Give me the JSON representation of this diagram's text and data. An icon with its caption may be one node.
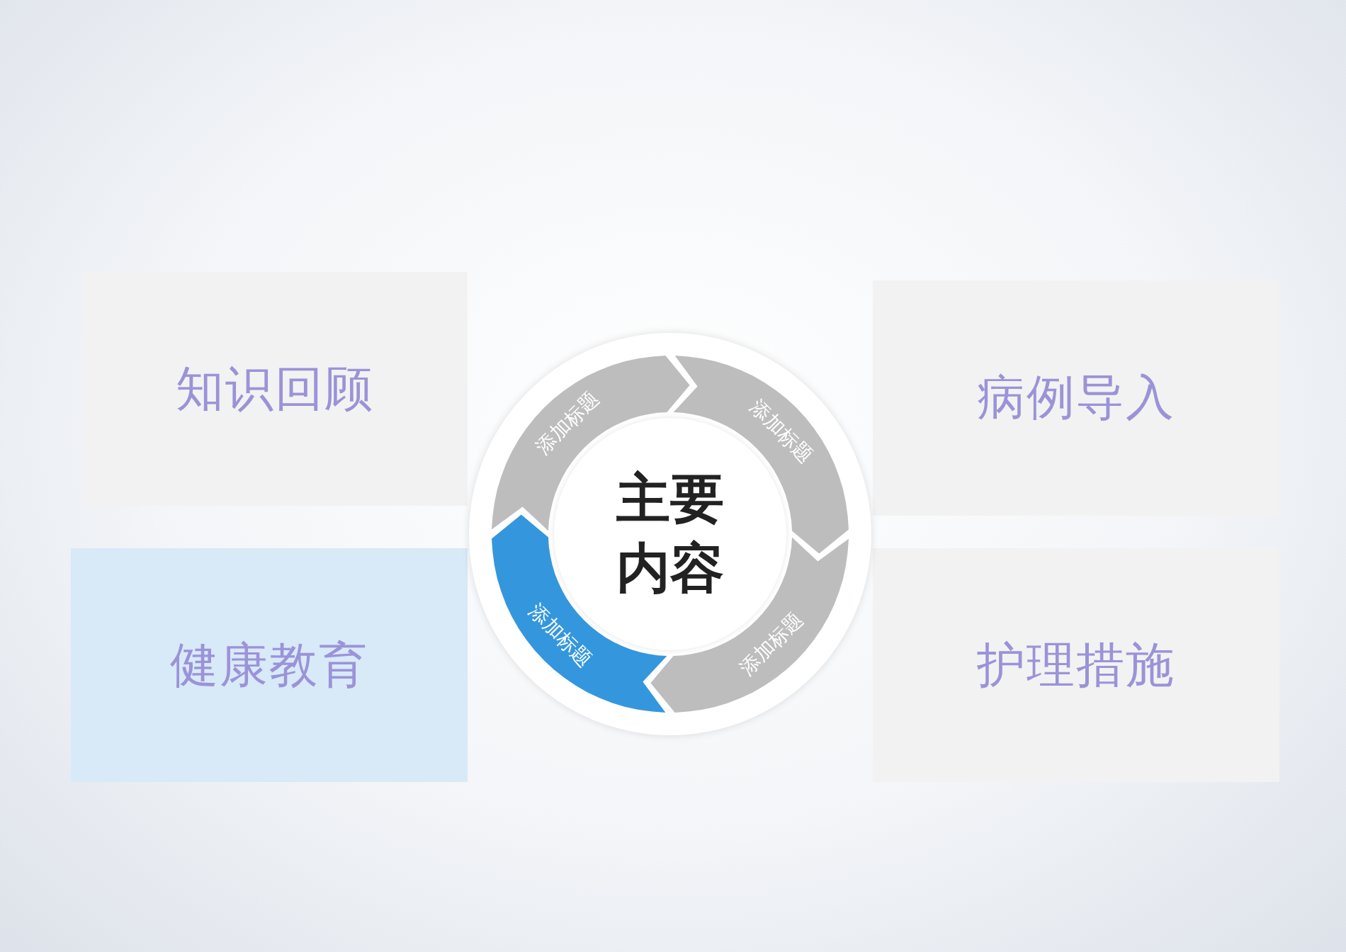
{
  "diagram": {
    "nodes": [
      {
        "text": [
          "知识回顾"
        ]
      },
      {
        "text": [
          "病例导入"
        ]
      },
      {
        "text": [
          "健康教育"
        ]
      },
      {
        "text": [
          "护理措施"
        ]
      },
      {
        "text": [
          "主要内容"
        ]
      },
      {
        "text": [
          "添加标题"
        ]
      },
      {
        "text": [
          "添加标题"
        ]
      },
      {
        "text": [
          "添加标题"
        ]
      },
      {
        "text": [
          "添加标题"
        ]
      }
    ]
  }
}
